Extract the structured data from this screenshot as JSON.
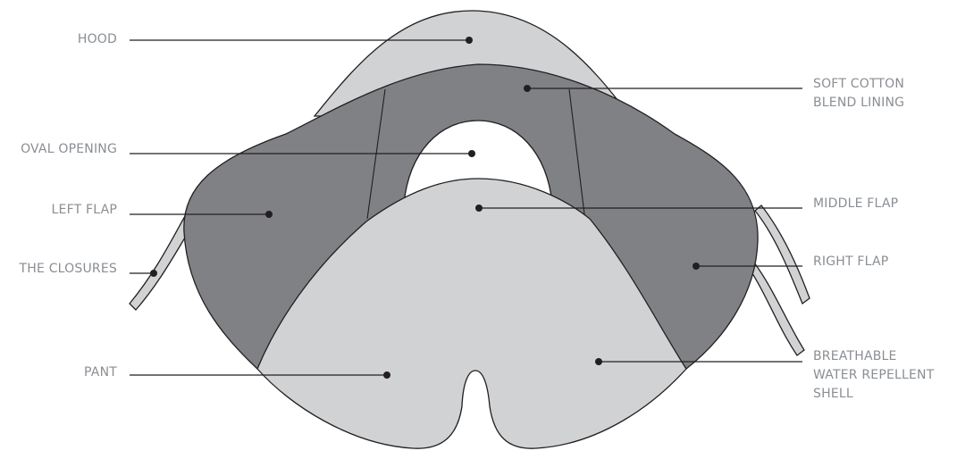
{
  "colors": {
    "light_fabric": "#d1d2d4",
    "dark_fabric": "#808184",
    "outline": "#231f20",
    "label_text": "#8a8e93",
    "leader_line": "#231f20"
  },
  "labels": {
    "hood": "HOOD",
    "oval_opening": "OVAL OPENING",
    "left_flap": "LEFT FLAP",
    "the_closures": "THE CLOSURES",
    "pant": "PANT",
    "soft_cotton_line1": "SOFT COTTON",
    "soft_cotton_line2": "BLEND LINING",
    "middle_flap": "MIDDLE FLAP",
    "right_flap": "RIGHT FLAP",
    "shell_line1": "BREATHABLE",
    "shell_line2": "WATER REPELLENT",
    "shell_line3": "SHELL"
  }
}
